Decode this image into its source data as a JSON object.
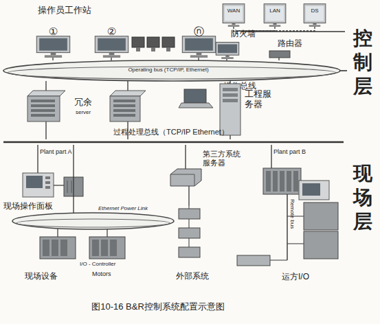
{
  "diagram": {
    "caption": "图10-16 B&R控制系统配置示意图",
    "nodes": [
      {
        "text": [
          "①"
        ]
      },
      {
        "text": [
          "②"
        ]
      },
      {
        "text": [
          "ⓝ"
        ]
      },
      {
        "text": [
          "WAN"
        ]
      },
      {
        "text": [
          "LAN"
        ]
      },
      {
        "text": [
          "DS"
        ]
      },
      {
        "text": [
          "防火墙"
        ]
      },
      {
        "text": [
          "路由器"
        ]
      },
      {
        "text": [
          "Operating bus (TCP/IP, Ethernet)",
          "操作总线"
        ]
      },
      {
        "text": [
          "冗余"
        ]
      },
      {
        "text": [
          "server"
        ]
      },
      {
        "text": [
          "工程服务器"
        ]
      },
      {
        "text": [
          "过程处理总线（TCP/IP Ethernet）"
        ]
      },
      {
        "text": [
          "现场操作面板"
        ]
      },
      {
        "text": [
          "第三方系统服务器"
        ]
      },
      {
        "text": [
          "外部系统"
        ]
      },
      {
        "text": [
          "Ethernet Power Link"
        ]
      },
      {
        "text": [
          "运方I/O"
        ]
      }
    ],
    "edges": [
      {
        "from": 0,
        "to": 8,
        "arrow": "none"
      },
      {
        "from": 1,
        "to": 8,
        "arrow": "none"
      },
      {
        "from": 2,
        "to": 8,
        "arrow": "none"
      },
      {
        "from": 3,
        "to": 6,
        "arrow": "none"
      },
      {
        "from": 4,
        "to": 6,
        "arrow": "none"
      },
      {
        "from": 5,
        "to": 6,
        "arrow": "none"
      },
      {
        "from": 6,
        "to": 8,
        "arrow": "none"
      },
      {
        "from": 7,
        "to": 8,
        "arrow": "none"
      },
      {
        "from": 9,
        "to": 8,
        "arrow": "none"
      },
      {
        "from": 10,
        "to": 8,
        "arrow": "none"
      },
      {
        "from": 9,
        "to": 12,
        "arrow": "none"
      },
      {
        "from": 10,
        "to": 12,
        "arrow": "none"
      },
      {
        "from": 11,
        "to": 8,
        "arrow": "none"
      },
      {
        "from": 11,
        "to": 12,
        "arrow": "none"
      },
      {
        "from": 13,
        "to": 12,
        "arrow": "none"
      },
      {
        "from": 14,
        "to": 12,
        "arrow": "none"
      },
      {
        "from": 14,
        "to": 15,
        "arrow": "none"
      },
      {
        "from": 17,
        "to": 12,
        "arrow": "none"
      },
      {
        "from": 16,
        "to": 12,
        "arrow": "none"
      }
    ],
    "labels": [
      "操作员工作站",
      "控制层",
      "Plant part A",
      "Plant part B",
      "现场层",
      "I/O - Controller",
      "Remote bus",
      "现场设备",
      "Motors"
    ]
  }
}
